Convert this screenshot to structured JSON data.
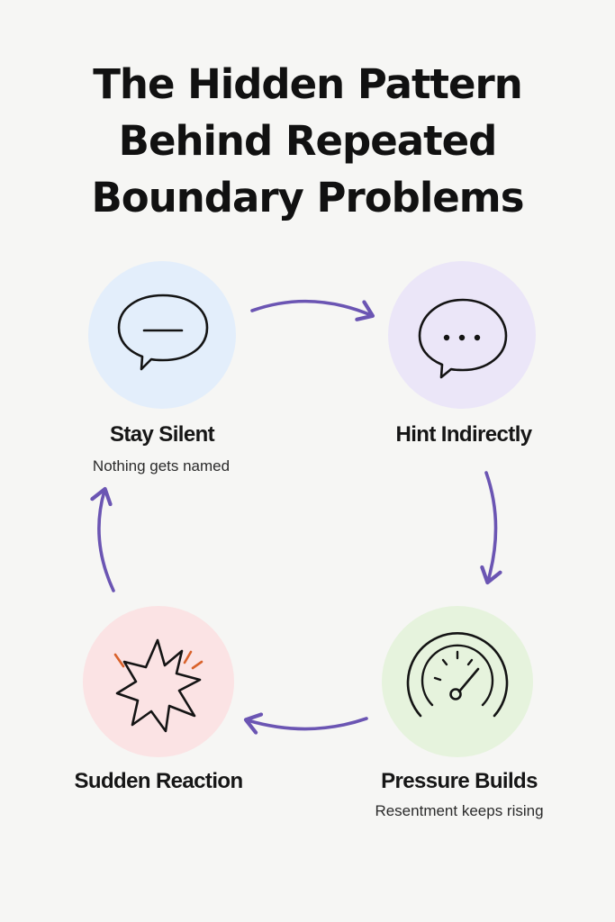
{
  "title": {
    "line1": "The Hidden Pattern",
    "line2": "Behind Repeated",
    "line3": "Boundary Problems"
  },
  "steps": [
    {
      "label": "Stay Silent",
      "caption": "Nothing gets named",
      "icon": "speech-bubble-line-icon",
      "color": "#e3eefb"
    },
    {
      "label": "Hint Indirectly",
      "caption": "",
      "icon": "speech-bubble-dots-icon",
      "color": "#ebe6f8"
    },
    {
      "label": "Pressure Builds",
      "caption": "Resentment keeps rising",
      "icon": "pressure-gauge-icon",
      "color": "#e6f3dd"
    },
    {
      "label": "Sudden Reaction",
      "caption": "",
      "icon": "burst-icon",
      "color": "#fbe3e4"
    }
  ],
  "colors": {
    "arrow": "#6b55b3",
    "spark": "#d9622b",
    "ink": "#141414"
  }
}
